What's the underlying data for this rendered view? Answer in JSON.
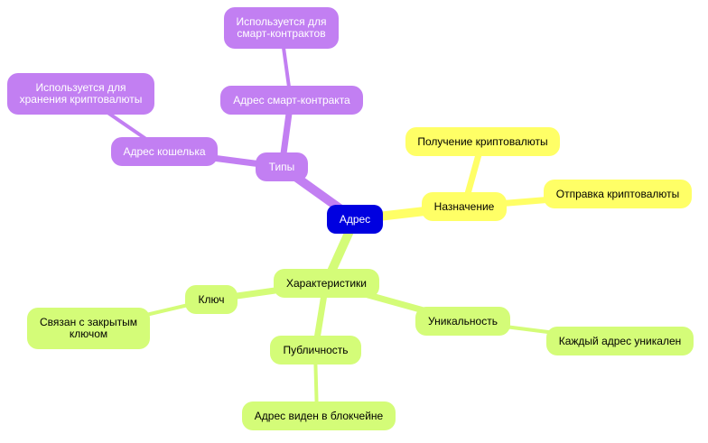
{
  "colors": {
    "root": "#0000e0",
    "types_branch": "#c27ff2",
    "purpose_branch": "#ffff66",
    "features_branch": "#d4fc78"
  },
  "mindmap": {
    "root": {
      "label": "Адрес"
    },
    "types": {
      "label": "Типы",
      "wallet": {
        "label": "Адрес кошелька",
        "note": "Используется для\nхранения криптовалюты"
      },
      "contract": {
        "label": "Адрес смарт-контракта",
        "note": "Используется для\nсмарт-контрактов"
      }
    },
    "purpose": {
      "label": "Назначение",
      "receive": {
        "label": "Получение криптовалюты"
      },
      "send": {
        "label": "Отправка криптовалюты"
      }
    },
    "features": {
      "label": "Характеристики",
      "key": {
        "label": "Ключ",
        "note": "Связан с закрытым\nключом"
      },
      "public": {
        "label": "Публичность",
        "note": "Адрес виден в блокчейне"
      },
      "unique": {
        "label": "Уникальность",
        "note": "Каждый адрес уникален"
      }
    }
  }
}
